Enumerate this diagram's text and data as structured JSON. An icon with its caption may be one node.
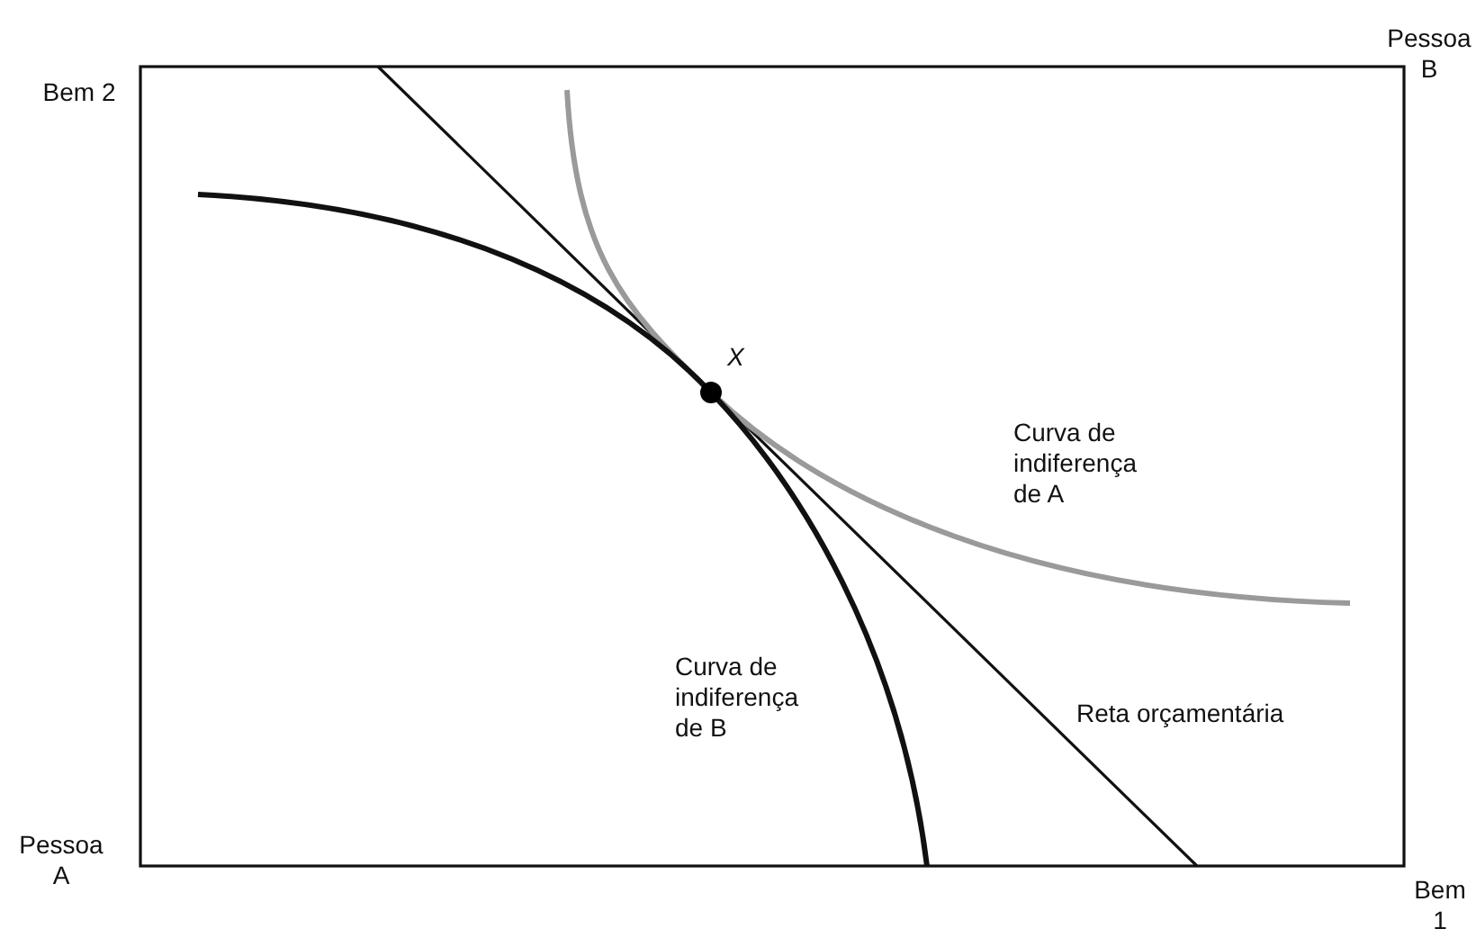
{
  "diagram": {
    "labels": [
      "Bem 2",
      "Pessoa B",
      "X",
      "Curva de indiferença de A",
      "Curva de indiferença de B",
      "Reta orçamentária",
      "Pessoa A",
      "Bem 1"
    ]
  }
}
